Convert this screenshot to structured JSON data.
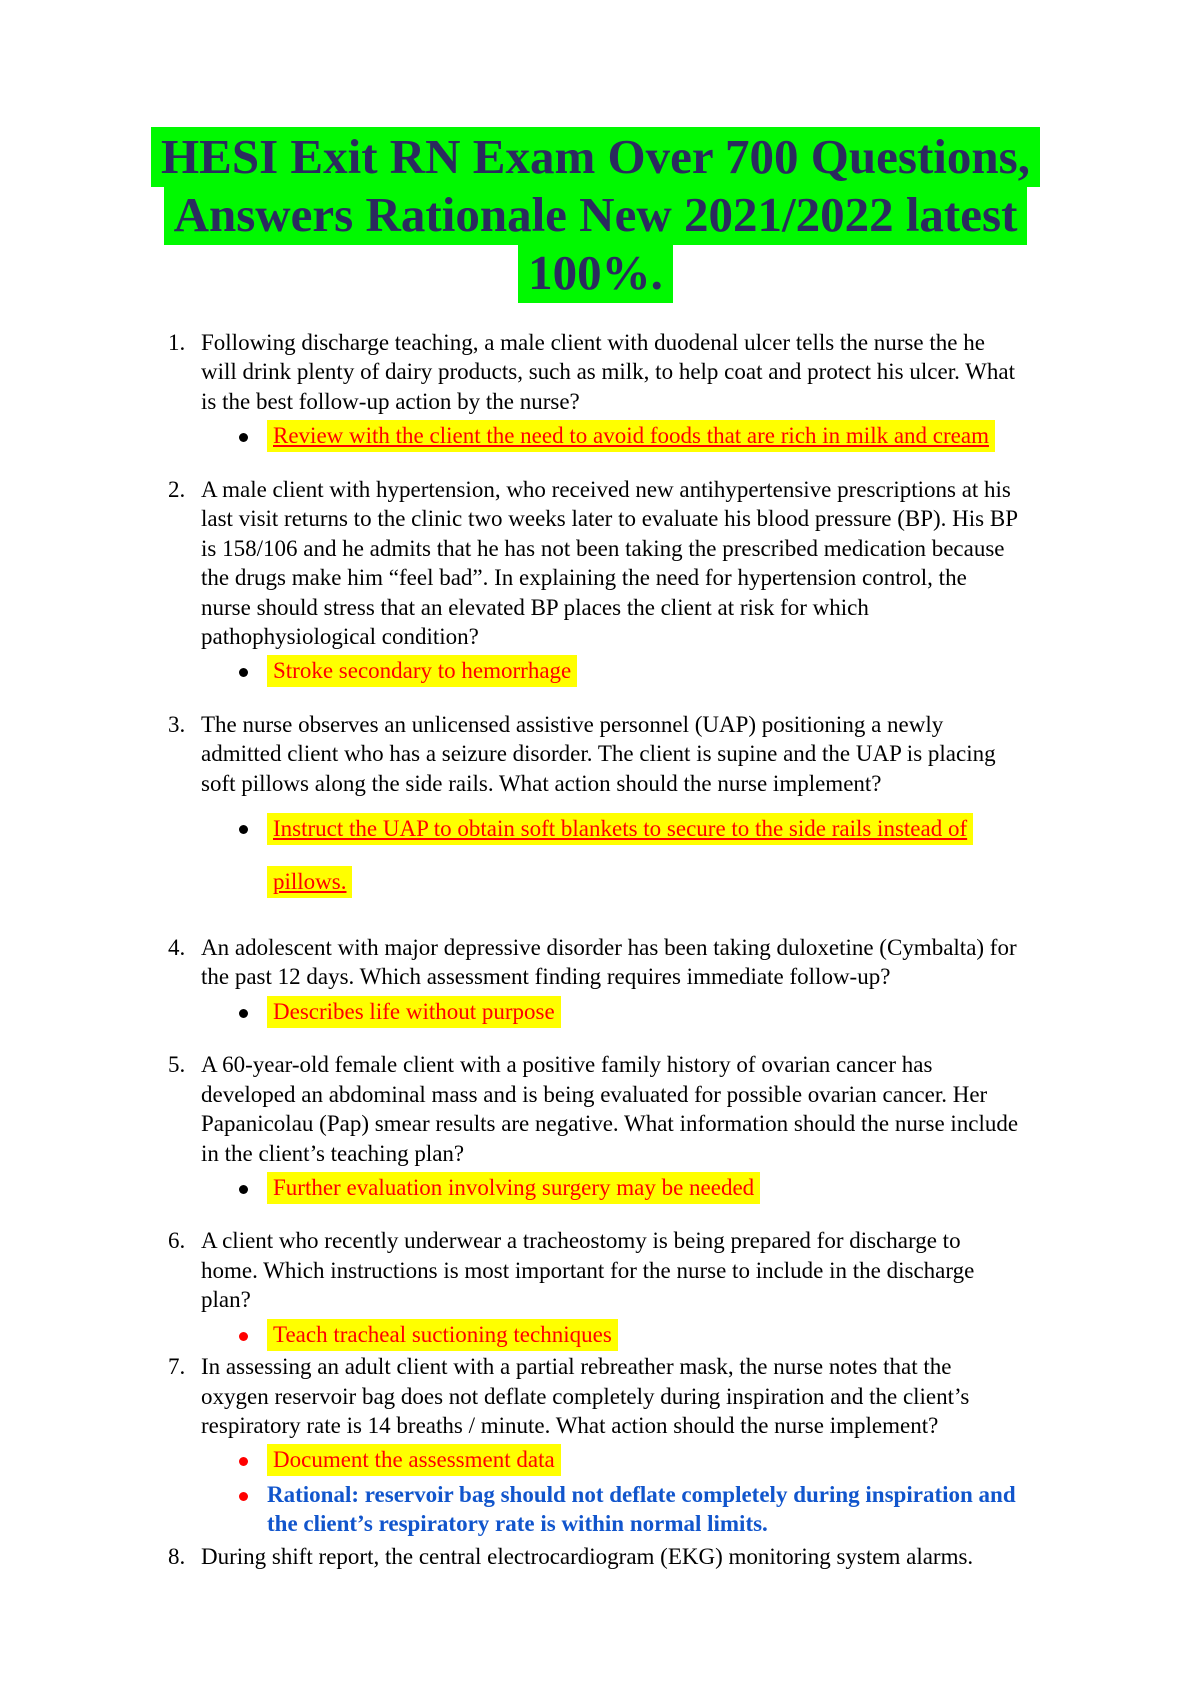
{
  "document": {
    "colors": {
      "title_text": "#2b2b5e",
      "highlight_green": "#00f900",
      "highlight_yellow": "#ffff00",
      "answer_red": "#ff0000",
      "rationale_blue": "#1155cc",
      "body_text": "#000000"
    },
    "title": {
      "lines": [
        "HESI Exit RN Exam Over 700 Questions,",
        "Answers Rationale New 2021/2022 latest",
        "100%."
      ]
    },
    "questions": [
      {
        "number": "1.",
        "text": "Following discharge teaching, a male client with duodenal ulcer tells the nurse the he will drink plenty of dairy products, such as milk, to help coat and protect his ulcer. What is the best follow-up action by the nurse?",
        "answers": [
          {
            "text": "Review with the client the need to avoid foods that are rich in milk and cream",
            "style": "correct-underlined"
          }
        ]
      },
      {
        "number": "2.",
        "text": "A male client with hypertension, who received new antihypertensive prescriptions at his last visit returns to the clinic two weeks later to evaluate his blood pressure (BP). His BP is 158/106 and he admits that he has not been taking the prescribed medication because the drugs make him “feel bad”. In explaining the need for hypertension control, the nurse should stress that an elevated BP places the client at risk for which pathophysiological condition?",
        "answers": [
          {
            "text": "Stroke secondary to hemorrhage",
            "style": "correct"
          }
        ]
      },
      {
        "number": "3.",
        "text": "The nurse observes an unlicensed assistive personnel (UAP) positioning a newly admitted client who has a seizure disorder. The client is supine and the UAP is placing soft pillows along the side rails. What action should the nurse implement?",
        "answers": [
          {
            "text": "Instruct the UAP to obtain soft blankets to secure to the side rails instead of pillows.",
            "style": "correct-underlined-spread"
          }
        ]
      },
      {
        "number": "4.",
        "text": "An adolescent with major depressive disorder has been taking duloxetine (Cymbalta) for the past 12 days. Which assessment finding requires immediate follow-up?",
        "answers": [
          {
            "text": "Describes life without purpose",
            "style": "correct"
          }
        ]
      },
      {
        "number": "5.",
        "text": "A 60-year-old female client with a positive family history of ovarian cancer has developed an abdominal mass and is being evaluated for possible ovarian cancer. Her Papanicolau (Pap) smear results are negative. What information should the nurse include in the client’s teaching plan?",
        "answers": [
          {
            "text": "Further evaluation involving surgery may be needed",
            "style": "correct"
          }
        ]
      },
      {
        "number": "6.",
        "text": "A client who recently underwear a tracheostomy is being prepared for discharge to home. Which instructions is most important for the nurse to include in the discharge plan?",
        "answers": [
          {
            "text": "Teach tracheal suctioning techniques",
            "style": "correct-redbullet"
          }
        ]
      },
      {
        "number": "7.",
        "text": "In assessing an adult client with a partial rebreather mask, the nurse notes that the oxygen reservoir bag does not deflate completely during inspiration and the client’s respiratory rate is 14 breaths / minute. What action should the nurse implement?",
        "answers": [
          {
            "text": "Document the assessment data",
            "style": "correct-redbullet"
          },
          {
            "text": "Rational: reservoir bag should not deflate completely during inspiration and the client’s respiratory rate is within normal limits.",
            "style": "rationale-redbullet"
          }
        ]
      },
      {
        "number": "8.",
        "text": "During shift report, the central electrocardiogram (EKG) monitoring system alarms.",
        "answers": []
      }
    ]
  }
}
